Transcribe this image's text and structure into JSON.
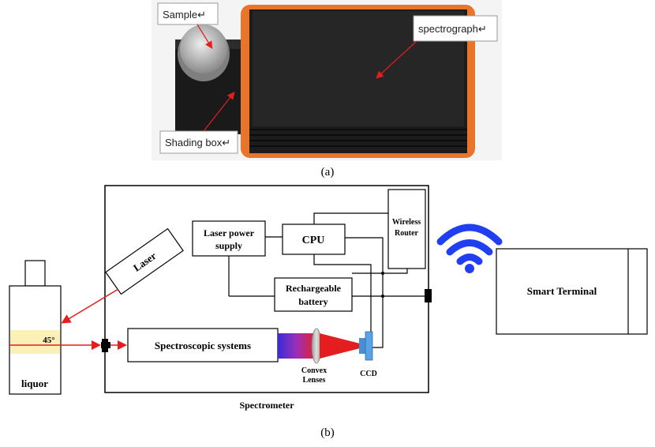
{
  "photo": {
    "caption": "(a)",
    "callouts": {
      "sample": "Sample↵",
      "spectrograph": "spectrograph↵",
      "shading_box": "Shading box↵"
    }
  },
  "schematic": {
    "caption": "(b)",
    "spectrometer_label": "Spectrometer",
    "laser": "Laser",
    "laser_power_supply": [
      "Laser power",
      "supply"
    ],
    "cpu": "CPU",
    "wireless_router": [
      "Wireless",
      "Router"
    ],
    "battery": [
      "Rechargeable",
      "battery"
    ],
    "spectroscopic_systems": "Spectroscopic systems",
    "convex_lenses": [
      "Convex",
      "Lenses"
    ],
    "ccd": "CCD",
    "liquor": "liquor",
    "angle": "45°",
    "smart_terminal": "Smart Terminal"
  },
  "colors": {
    "orange_frame": "#e8752a",
    "device_black": "#1c1c1c",
    "wifi_blue": "#1f3ff0",
    "beam_red": "#e41e1e",
    "ccd_blue": "#4a8fd6",
    "liquor_band": "#fbf1b8"
  }
}
